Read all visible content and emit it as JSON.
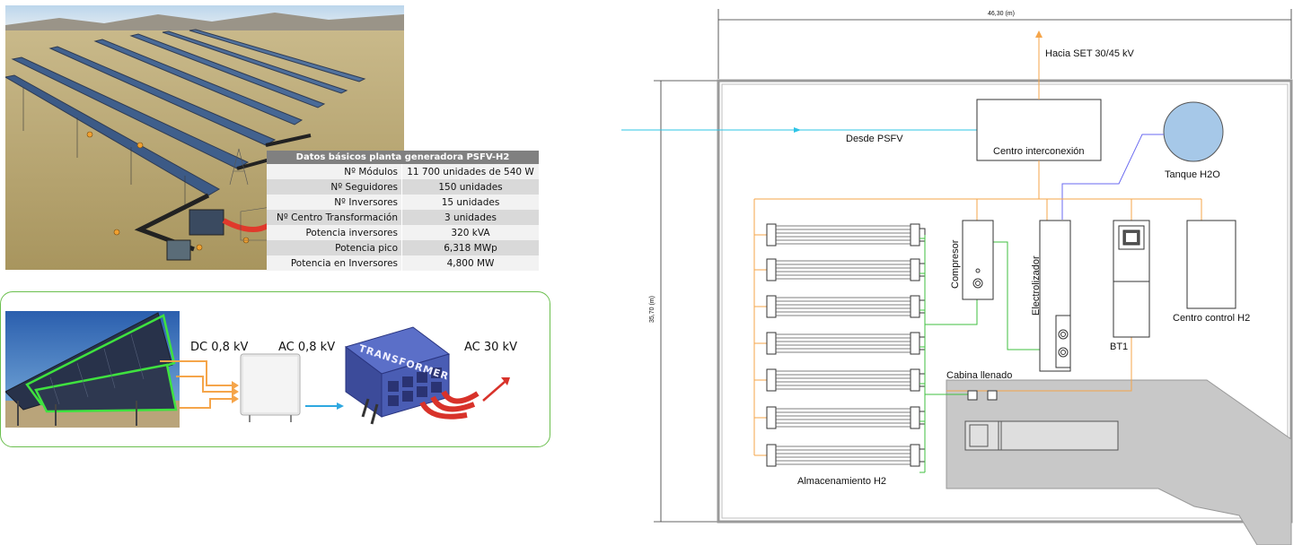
{
  "table": {
    "title": "Datos básicos planta generadora PSFV-H2",
    "rows": [
      {
        "label": "Nº Módulos",
        "value": "11 700 unidades de 540 W"
      },
      {
        "label": "Nº Seguidores",
        "value": "150 unidades"
      },
      {
        "label": "Nº Inversores",
        "value": "15 unidades"
      },
      {
        "label": "Nº Centro Transformación",
        "value": "3 unidades"
      },
      {
        "label": "Potencia inversores",
        "value": "320 kVA"
      },
      {
        "label": "Potencia pico",
        "value": "6,318 MWp"
      },
      {
        "label": "Potencia en Inversores",
        "value": "4,800 MW"
      }
    ]
  },
  "chain": {
    "dc_label": "DC  0,8 kV",
    "ac1_label": "AC  0,8 kV",
    "ac2_label": "AC  30 kV",
    "transformer_text": "TRANSFORMER"
  },
  "plan": {
    "width_dim": "46,30 (m)",
    "height_dim": "35,70 (m)",
    "to_substation": "Hacia SET 30/45 kV",
    "from_psfv": "Desde PSFV",
    "interconnection": "Centro interconexión",
    "water_tank": "Tanque H2O",
    "compressor": "Compresor",
    "electrolyzer": "Electrolizador",
    "bt1": "BT1",
    "control_center": "Centro control H2",
    "filling_cabin": "Cabina llenado",
    "storage": "Almacenamiento H2"
  },
  "colors": {
    "power_line": "#f5a54a",
    "pv_feed": "#2ec4e6",
    "water_line": "#6a6af0",
    "hydrogen_line": "#3fbf3f",
    "frame_green": "#6bbf4e",
    "tank_fill": "#a6c8e8",
    "road_fill": "#c8c8c8"
  }
}
